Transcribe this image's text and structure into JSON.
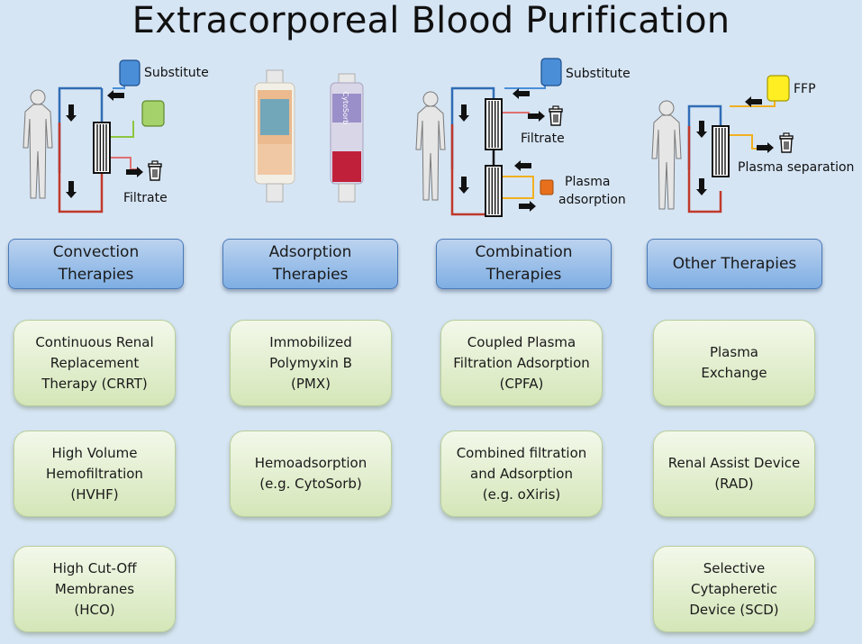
{
  "title": "Extracorporeal Blood Purification",
  "illustrations": {
    "convection": {
      "substitute": "Substitute",
      "filtrate": "Filtrate"
    },
    "adsorption": {
      "device_label": "CytoSorb"
    },
    "combination": {
      "substitute": "Substitute",
      "filtrate": "Filtrate",
      "plasma_adsorption": [
        "Plasma",
        "adsorption"
      ]
    },
    "other": {
      "ffp": "FFP",
      "plasma_separation": "Plasma separation"
    }
  },
  "colors": {
    "background": "#d6e5f4",
    "header_blue": "#7eaee3",
    "therapy_green": "#d4e6b8",
    "tube_blue": "#2f6db5",
    "tube_red": "#c0392b",
    "substitute_bag": "#4a8ed8",
    "filtrate_bag_green": "#a5d26a",
    "ffp_bag": "#ffee22",
    "adsorber_orange": "#e8701c",
    "tube_yellow": "#f0b020"
  },
  "columns": [
    {
      "header": "Convection\nTherapies",
      "items": [
        "Continuous Renal\nReplacement\nTherapy (CRRT)",
        "High Volume\nHemofiltration\n(HVHF)",
        "High Cut-Off\nMembranes\n(HCO)"
      ]
    },
    {
      "header": "Adsorption\nTherapies",
      "items": [
        "Immobilized\nPolymyxin B\n(PMX)",
        "Hemoadsorption\n(e.g. CytoSorb)"
      ]
    },
    {
      "header": "Combination\nTherapies",
      "items": [
        "Coupled Plasma\nFiltration Adsorption\n(CPFA)",
        "Combined filtration\nand Adsorption\n(e.g. oXiris)"
      ]
    },
    {
      "header": "Other Therapies",
      "items": [
        "Plasma\nExchange",
        "Renal Assist Device\n(RAD)",
        "Selective\nCytapheretic\nDevice (SCD)"
      ]
    }
  ]
}
